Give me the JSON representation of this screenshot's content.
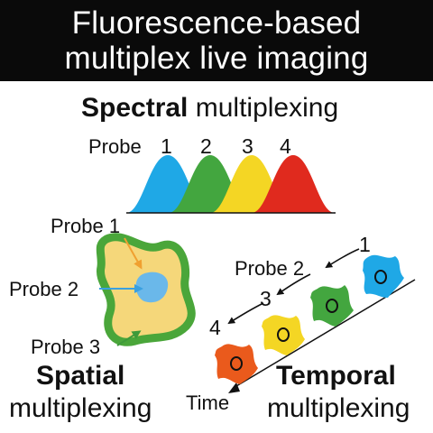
{
  "title": {
    "line1": "Fluorescence-based",
    "line2": "multiplex live imaging"
  },
  "spectral": {
    "heading_bold": "Spectral",
    "heading_rest": "multiplexing",
    "probe_word": "Probe",
    "probe_numbers": [
      "1",
      "2",
      "3",
      "4"
    ],
    "peak_colors": [
      "#1fa8e6",
      "#43a63f",
      "#f4d624",
      "#e02a1e"
    ]
  },
  "spatial": {
    "heading_bold": "Spatial",
    "heading_rest": "multiplexing",
    "labels": [
      "Probe 1",
      "Probe 2",
      "Probe 3"
    ],
    "colors": {
      "outer": "#4aa63a",
      "cytoplasm": "#f5d77a",
      "nucleus": "#6ab8ea"
    }
  },
  "temporal": {
    "heading_bold": "Temporal",
    "heading_rest": "multiplexing",
    "axis_label": "Time",
    "labels": [
      "1",
      "Probe 2",
      "3",
      "4"
    ],
    "cell_colors": [
      "#1fa8e6",
      "#43a63f",
      "#f4d624",
      "#ea5a1c"
    ]
  }
}
